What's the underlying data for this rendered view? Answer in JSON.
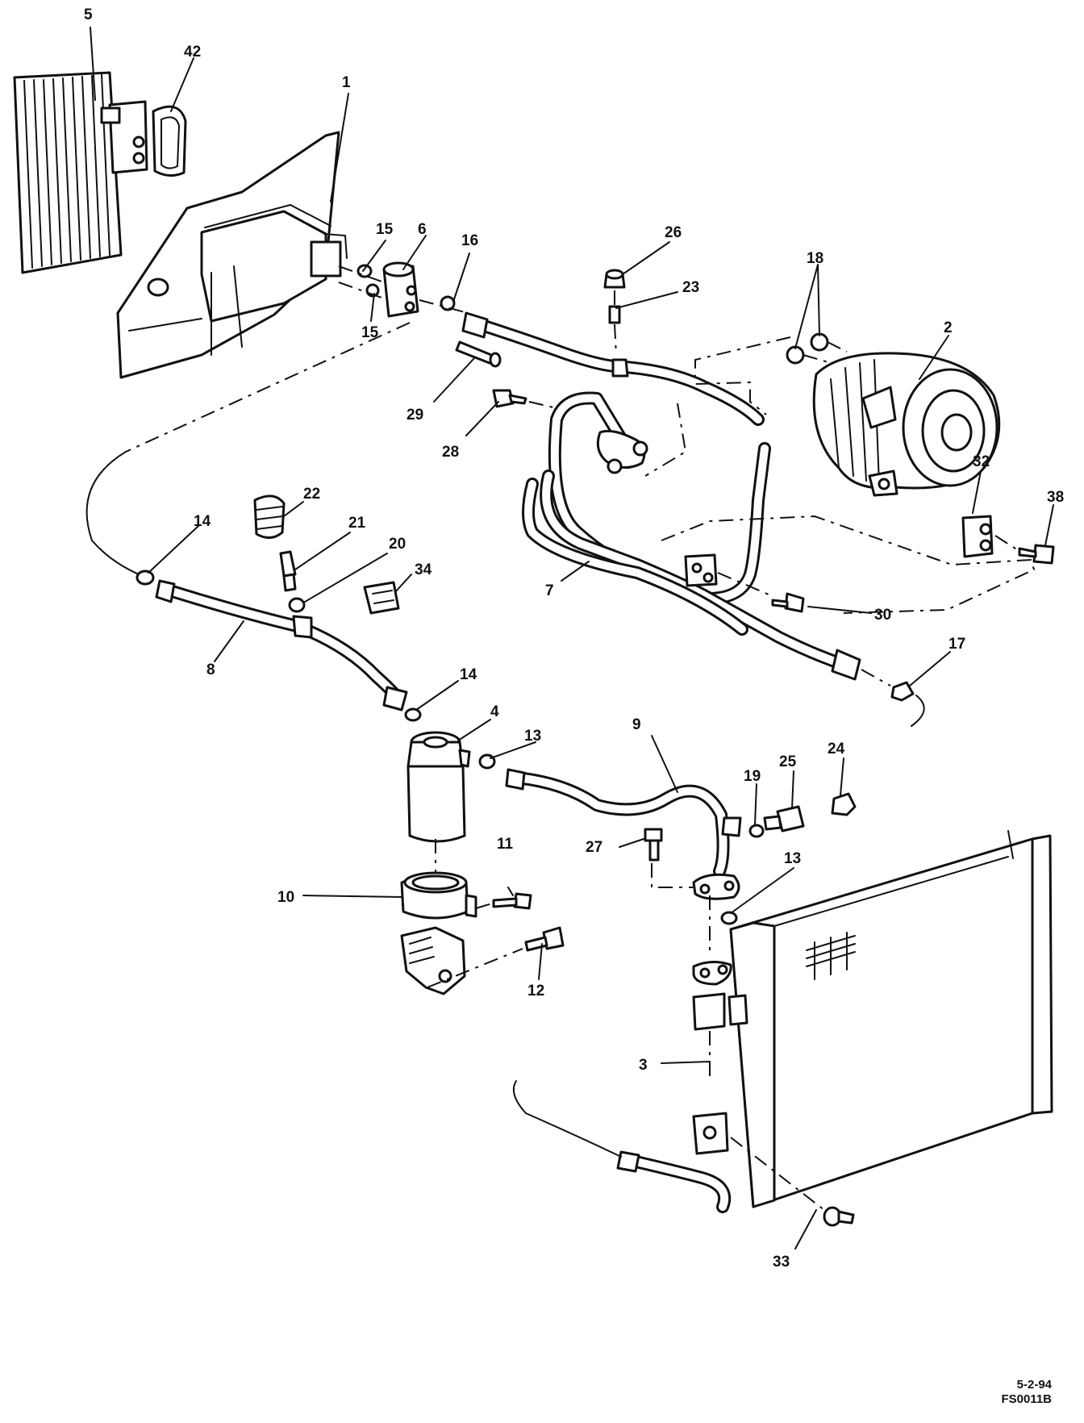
{
  "callouts": {
    "p1": "1",
    "p2": "2",
    "p3": "3",
    "p4": "4",
    "p5": "5",
    "p6": "6",
    "p7": "7",
    "p8": "8",
    "p9": "9",
    "p10": "10",
    "p11": "11",
    "p12": "12",
    "p13a": "13",
    "p13b": "13",
    "p14a": "14",
    "p14b": "14",
    "p15a": "15",
    "p15b": "15",
    "p16": "16",
    "p17": "17",
    "p18": "18",
    "p19": "19",
    "p20": "20",
    "p21": "21",
    "p22": "22",
    "p23": "23",
    "p24": "24",
    "p25": "25",
    "p26": "26",
    "p27": "27",
    "p28": "28",
    "p29": "29",
    "p30": "30",
    "p32": "32",
    "p33": "33",
    "p34": "34",
    "p38": "38",
    "p42": "42"
  },
  "stamp": {
    "date": "5-2-94",
    "code": "FS0011B"
  }
}
